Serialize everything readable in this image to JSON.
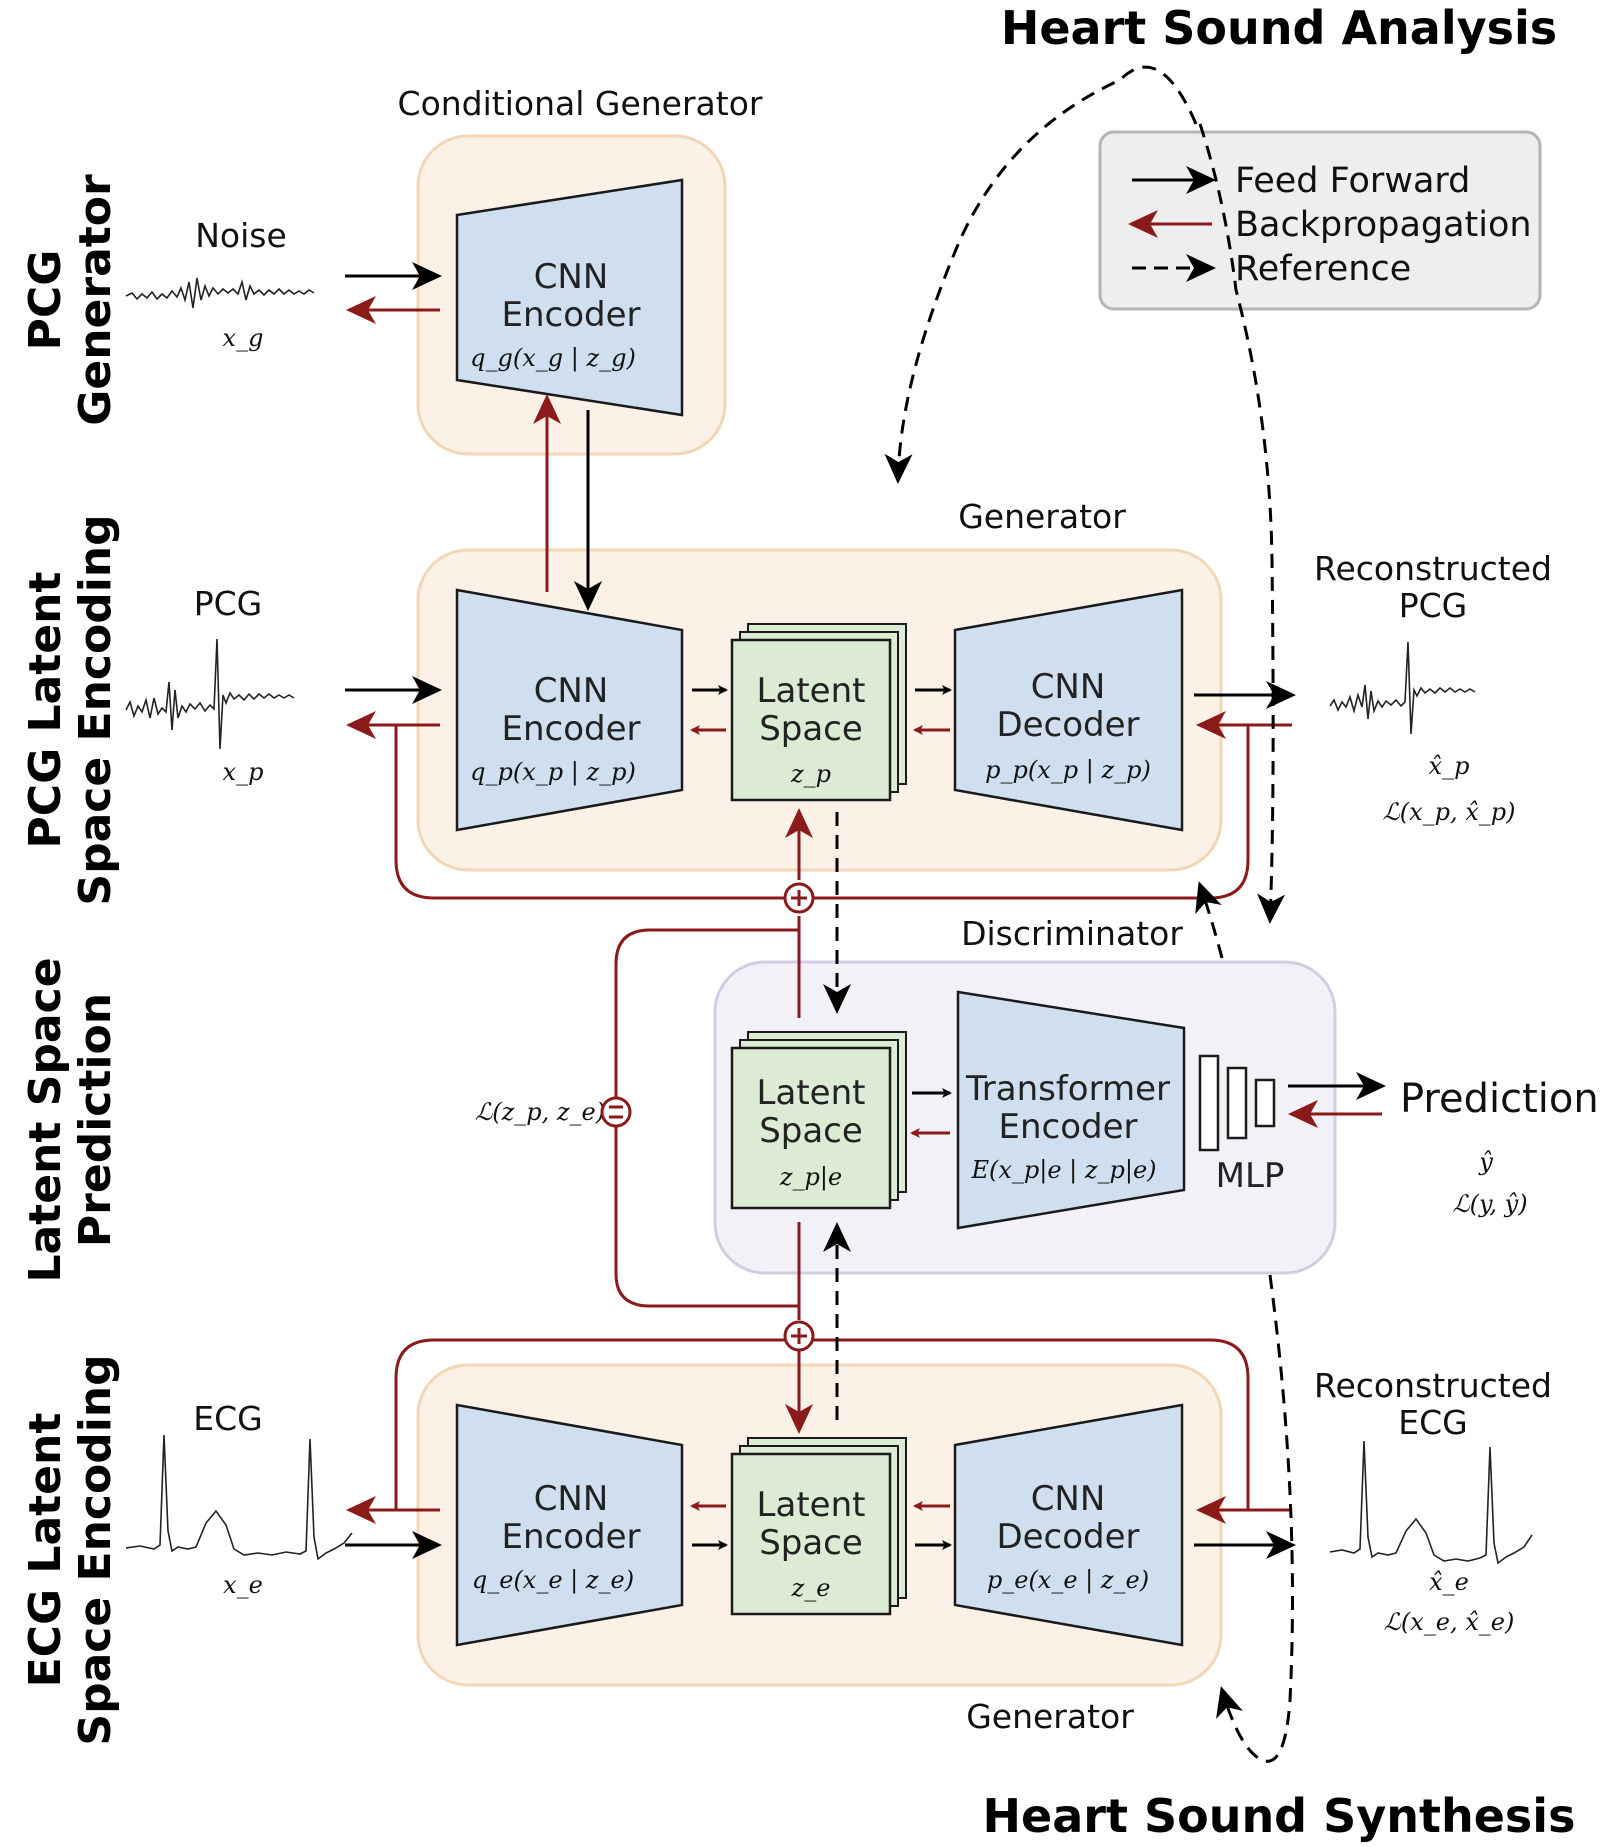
{
  "titles": {
    "analysis": "Heart Sound Analysis",
    "synthesis": "Heart Sound Synthesis"
  },
  "side_labels": {
    "pcg_generator": [
      "PCG",
      "Generator"
    ],
    "pcg_latent": [
      "PCG Latent",
      "Space Encoding"
    ],
    "latent_prediction": [
      "Latent Space",
      "Prediction"
    ],
    "ecg_latent": [
      "ECG Latent",
      "Space Encoding"
    ]
  },
  "legend": {
    "feed_forward": "Feed Forward",
    "backpropagation": "Backpropagation",
    "reference": "Reference"
  },
  "colors": {
    "feed_forward": "#000000",
    "backpropagation": "#8b1a1a",
    "generator_fill": "#fbf1e6",
    "generator_border": "#f1d7b8",
    "discriminator_fill": "#f3f1f8",
    "discriminator_border": "#d3cde4",
    "encoder_fill": "#cfdff0",
    "latent_fill": "#dcebd4",
    "legend_fill": "#eeeeee"
  },
  "conditional_generator": {
    "title": "Conditional Generator",
    "encoder": {
      "line1": "CNN",
      "line2": "Encoder",
      "formula": "q_g(x_g | z_g)"
    },
    "noise_label": "Noise",
    "noise_var": "x_g"
  },
  "pcg_section": {
    "generator_title": "Generator",
    "input_label": "PCG",
    "input_var": "x_p",
    "encoder": {
      "line1": "CNN",
      "line2": "Encoder",
      "formula": "q_p(x_p | z_p)"
    },
    "latent": {
      "line1": "Latent",
      "line2": "Space",
      "var": "z_p"
    },
    "decoder": {
      "line1": "CNN",
      "line2": "Decoder",
      "formula": "p_p(x_p | z_p)"
    },
    "output_label_1": "Reconstructed",
    "output_label_2": "PCG",
    "output_var": "x̂_p",
    "loss": "ℒ(x_p, x̂_p)"
  },
  "discriminator": {
    "title": "Discriminator",
    "latent": {
      "line1": "Latent",
      "line2": "Space",
      "var": "z_p|e"
    },
    "transformer": {
      "line1": "Transformer",
      "line2": "Encoder",
      "formula": "E(x_p|e | z_p|e)"
    },
    "mlp_label": "MLP",
    "prediction_label": "Prediction",
    "prediction_var": "ŷ",
    "prediction_loss": "ℒ(y, ŷ)",
    "latent_loss": "ℒ(z_p, z_e)"
  },
  "ecg_section": {
    "generator_title": "Generator",
    "input_label": "ECG",
    "input_var": "x_e",
    "encoder": {
      "line1": "CNN",
      "line2": "Encoder",
      "formula": "q_e(x_e | z_e)"
    },
    "latent": {
      "line1": "Latent",
      "line2": "Space",
      "var": "z_e"
    },
    "decoder": {
      "line1": "CNN",
      "line2": "Decoder",
      "formula": "p_e(x_e | z_e)"
    },
    "output_label_1": "Reconstructed",
    "output_label_2": "ECG",
    "output_var": "x̂_e",
    "loss": "ℒ(x_e, x̂_e)"
  },
  "icons": {
    "sum_node": "plus-circle-icon",
    "equal_node": "equals-circle-icon"
  }
}
